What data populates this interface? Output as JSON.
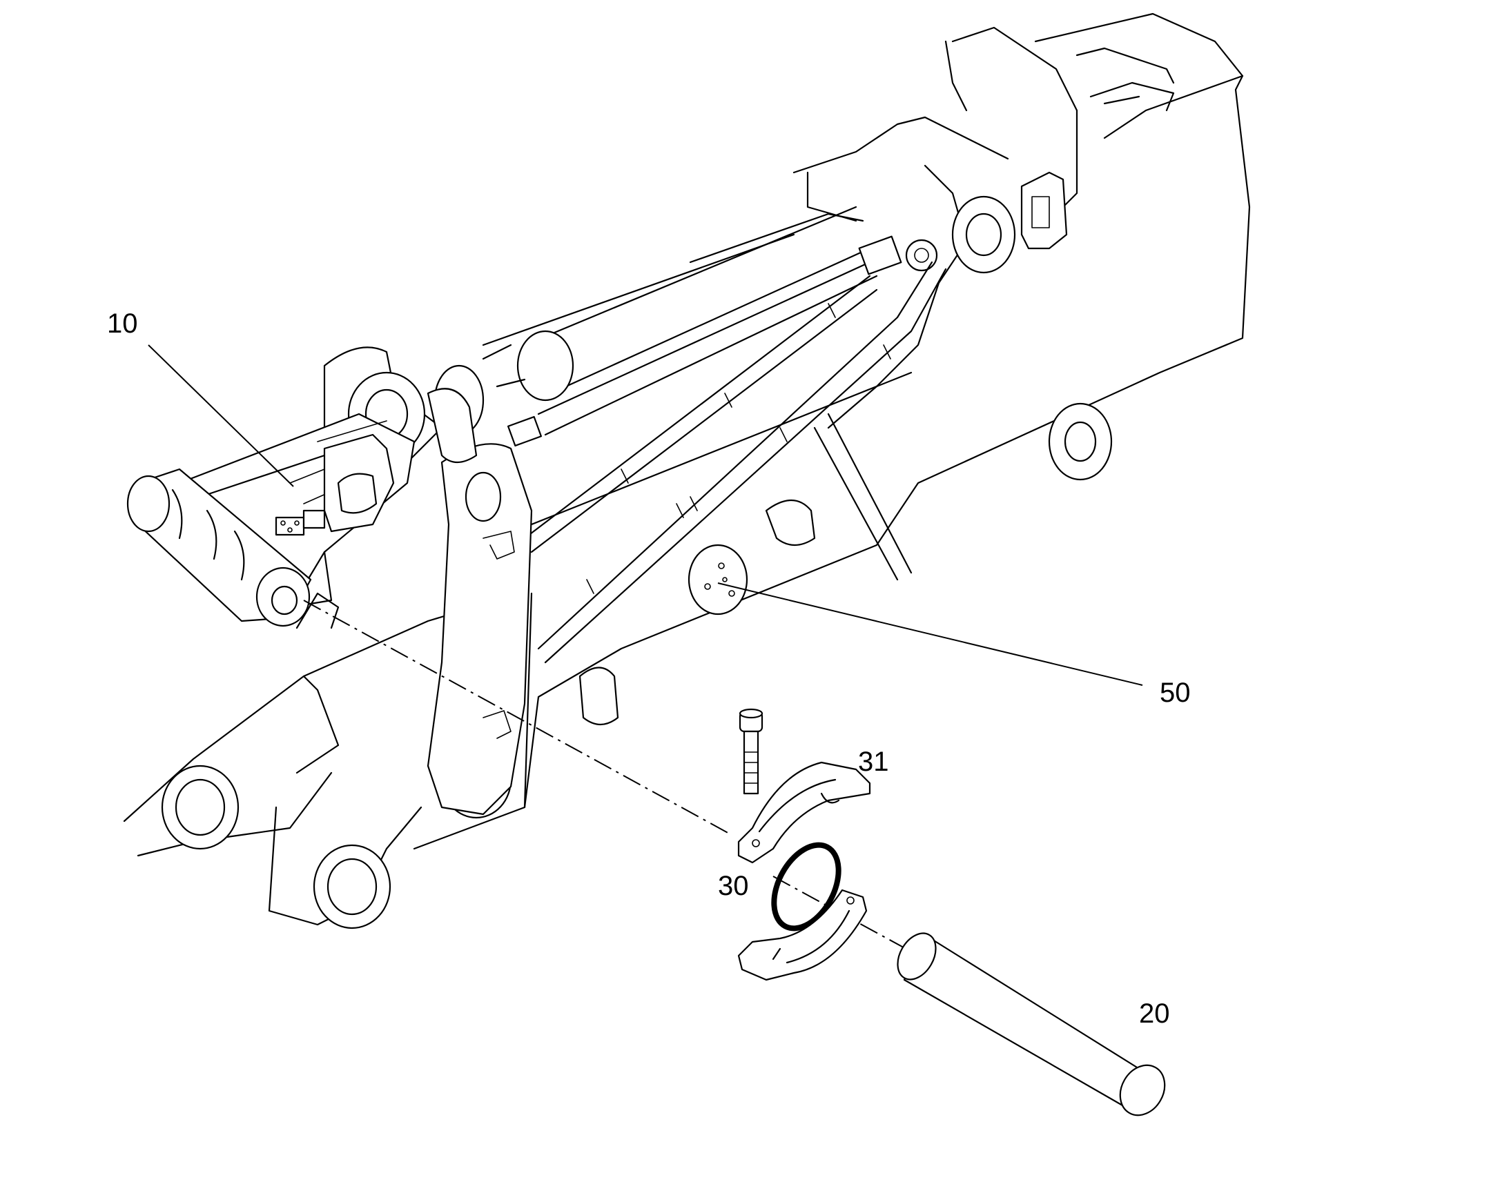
{
  "callouts": {
    "c10": "10",
    "c50": "50",
    "c31": "31",
    "c30": "30",
    "c20": "20"
  },
  "colors": {
    "line": "#000000",
    "background": "#ffffff"
  }
}
